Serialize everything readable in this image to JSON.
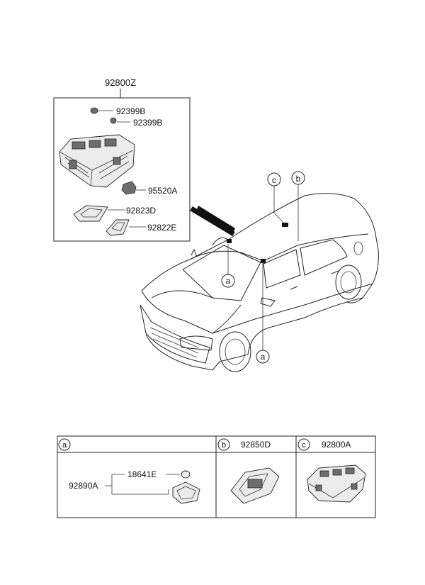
{
  "top_box": {
    "assembly": "92800Z",
    "parts": [
      {
        "label": "92399B"
      },
      {
        "label": "92399B"
      },
      {
        "label": "95520A"
      },
      {
        "label": "92823D"
      },
      {
        "label": "92822E"
      }
    ]
  },
  "car_callouts": {
    "c": "c",
    "b": "b",
    "a1": "a",
    "a2": "a"
  },
  "bottom_table": {
    "sections": [
      {
        "marker": "a",
        "title": ""
      },
      {
        "marker": "b",
        "title": "92850D"
      },
      {
        "marker": "c",
        "title": "92800A"
      }
    ],
    "section_a": {
      "assembly": "92890A",
      "part": "18641E"
    }
  }
}
